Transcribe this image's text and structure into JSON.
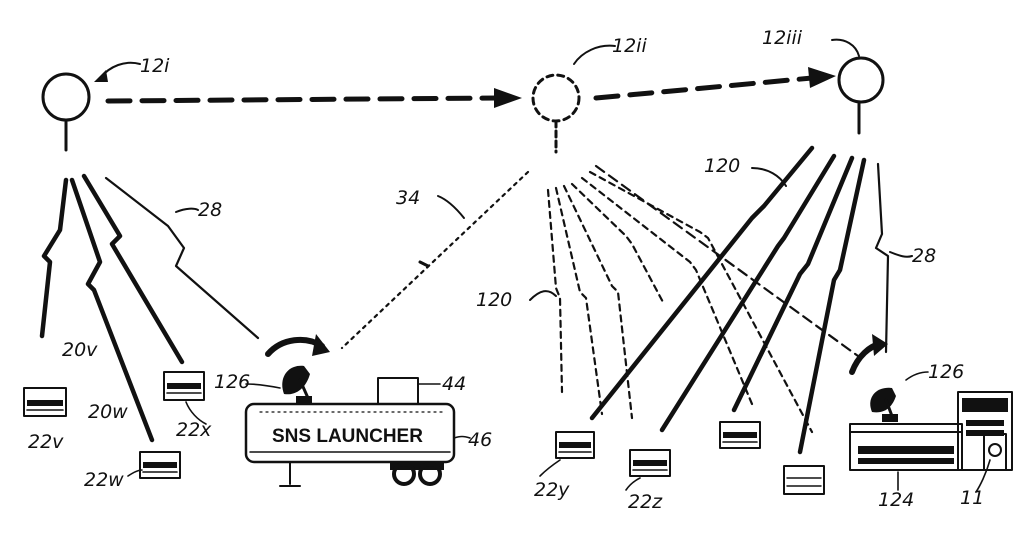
{
  "diagram": {
    "satellites": {
      "s1": {
        "label": "12i"
      },
      "s2": {
        "label": "12ii"
      },
      "s3": {
        "label": "12iii"
      }
    },
    "links": {
      "left_link_label": "28",
      "right_link_label": "28",
      "dashed_link_label": "34",
      "right_bundle_label": "120",
      "middle_bundle_label": "120",
      "uplink_20v": "20v",
      "uplink_20w": "20w"
    },
    "terminals": {
      "t22v": "22v",
      "t22w": "22w",
      "t22x": "22x",
      "t22y": "22y",
      "t22z": "22z"
    },
    "launcher": {
      "title": "SNS LAUNCHER",
      "dish_label": "126",
      "box_label": "44",
      "trailer_label": "46"
    },
    "station": {
      "dish_label": "126",
      "building_label": "124",
      "door_label": "11"
    }
  }
}
